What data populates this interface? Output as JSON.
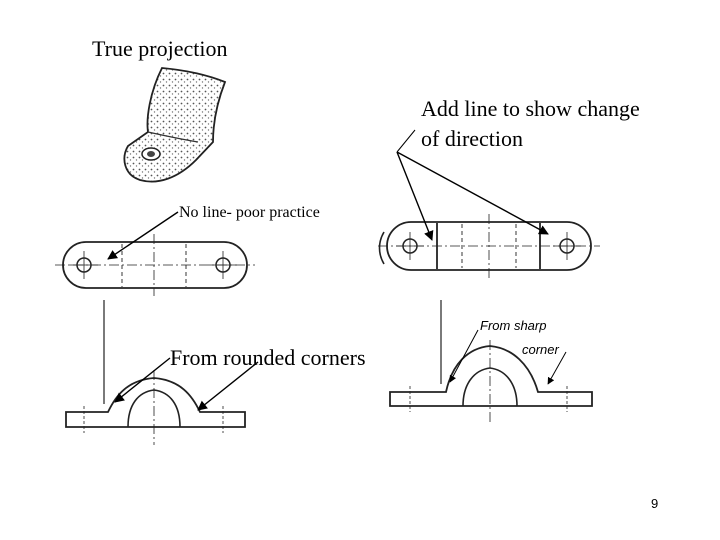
{
  "slide": {
    "title": "True projection",
    "annotation_line1": "Add line to show change",
    "annotation_line2": "of direction",
    "no_line_label": "No line- poor practice",
    "rounded_label": "From rounded corners",
    "sharp_label_line1": "From sharp",
    "sharp_label_line2": "corner",
    "page_number": "9"
  }
}
